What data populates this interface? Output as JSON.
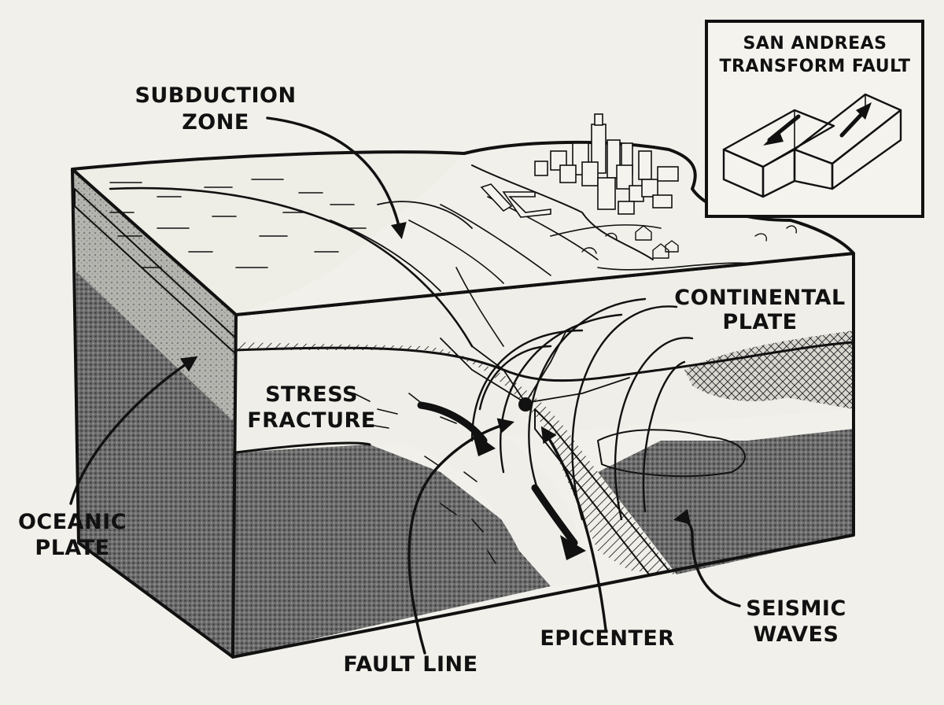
{
  "labels": {
    "subduction_zone": [
      "SUBDUCTION",
      "ZONE"
    ],
    "continental_plate": [
      "CONTINENTAL",
      "PLATE"
    ],
    "stress_fracture": [
      "STRESS",
      "FRACTURE"
    ],
    "oceanic_plate": [
      "OCEANIC",
      "PLATE"
    ],
    "fault_line": "FAULT LINE",
    "epicenter": "EPICENTER",
    "seismic_waves": [
      "SEISMIC",
      "WAVES"
    ]
  },
  "inset": {
    "title": [
      "SAN ANDREAS",
      "TRANSFORM FAULT"
    ]
  },
  "colors": {
    "paper": "#f1f0ea",
    "ink": "#111111",
    "mantle": "#8a8a8a",
    "deep": "#5a5a5a"
  }
}
